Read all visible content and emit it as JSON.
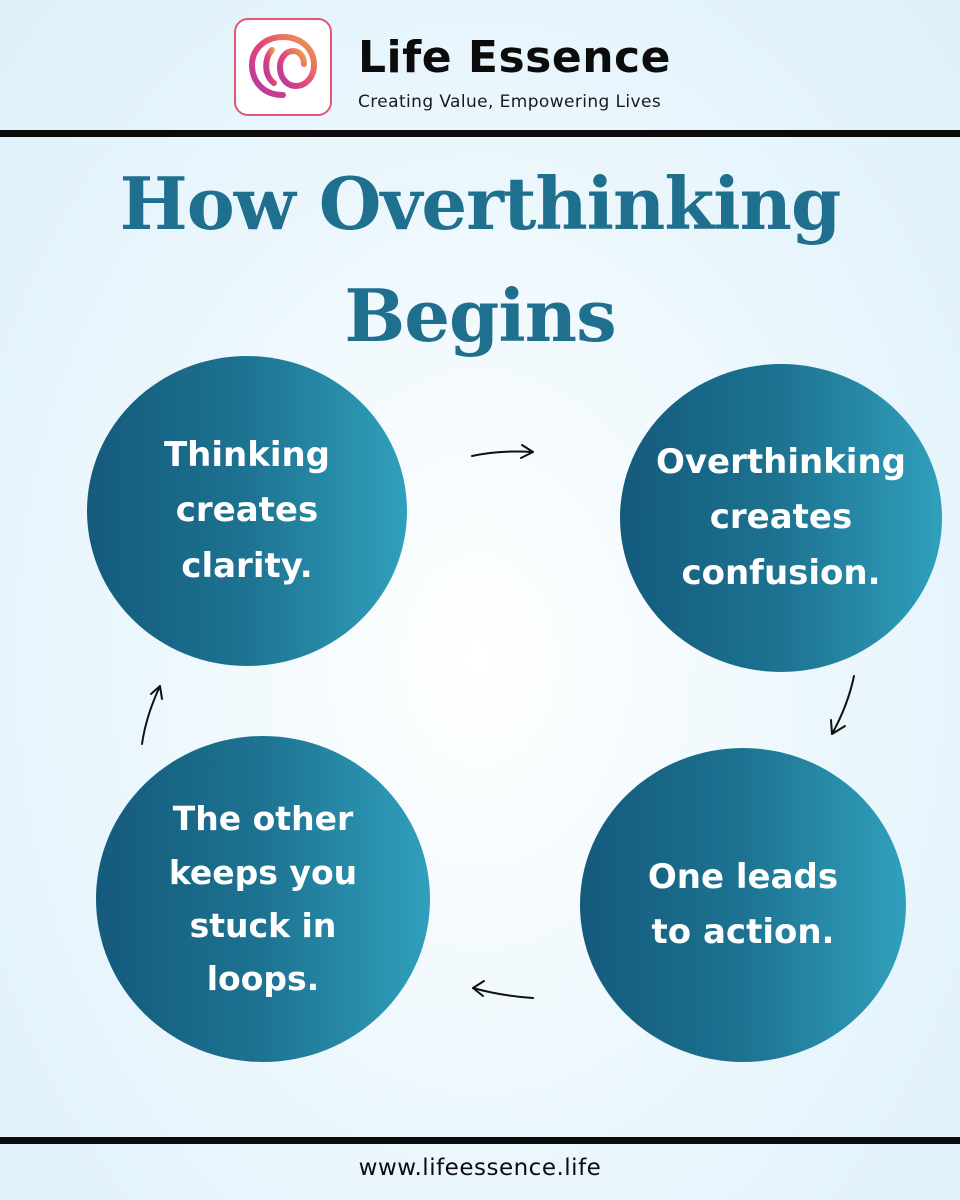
{
  "brand": {
    "name": "Life Essence",
    "tagline": "Creating Value, Empowering Lives",
    "logo_icon": "spiral-logo-icon",
    "accent_gradient": [
      "#f0a04b",
      "#e0457b",
      "#b23aa0"
    ]
  },
  "title": {
    "line1": "How Overthinking",
    "line2": "Begins",
    "color": "#1f6f8f"
  },
  "cycle": {
    "circle_gradient": [
      "#145a7c",
      "#30a0bc"
    ],
    "steps": [
      {
        "text": "Thinking\ncreates\nclarity."
      },
      {
        "text": "Overthinking\ncreates\nconfusion."
      },
      {
        "text": "One leads\nto action."
      },
      {
        "text": "The other\nkeeps you\nstuck in\nloops."
      }
    ],
    "arrow_icon": "hand-drawn-arrow-icon"
  },
  "footer": {
    "url": "www.lifeessence.life"
  }
}
